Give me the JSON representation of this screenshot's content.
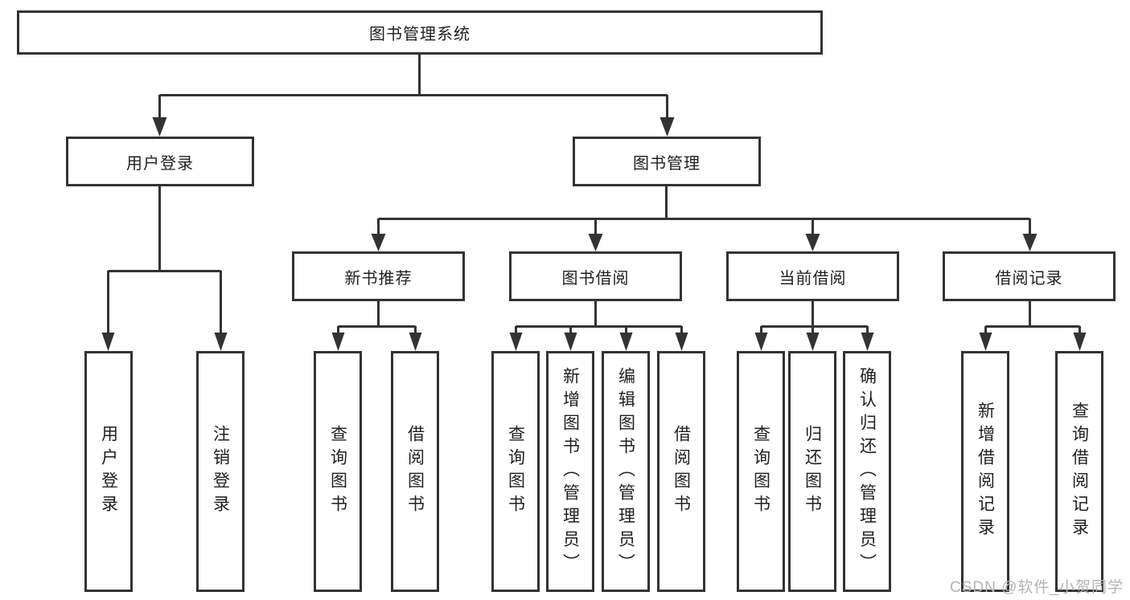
{
  "title": "图书管理系统",
  "tree": {
    "root": {
      "label": "图书管理系统"
    },
    "branches": [
      {
        "label": "用户登录",
        "children": [
          {
            "label": "用户登录"
          },
          {
            "label": "注销登录"
          }
        ]
      },
      {
        "label": "图书管理",
        "children": [
          {
            "label": "新书推荐",
            "children": [
              {
                "label": "查询图书"
              },
              {
                "label": "借阅图书"
              }
            ]
          },
          {
            "label": "图书借阅",
            "children": [
              {
                "label": "查询图书"
              },
              {
                "label": "新增图书（管理员）"
              },
              {
                "label": "编辑图书（管理员）"
              },
              {
                "label": "借阅图书"
              }
            ]
          },
          {
            "label": "当前借阅",
            "children": [
              {
                "label": "查询图书"
              },
              {
                "label": "归还图书"
              },
              {
                "label": "确认归还（管理员）"
              }
            ]
          },
          {
            "label": "借阅记录",
            "children": [
              {
                "label": "新增借阅记录"
              },
              {
                "label": "查询借阅记录"
              }
            ]
          }
        ]
      }
    ]
  },
  "watermark": {
    "text": "CSDN @软件_小贺同学"
  },
  "colors": {
    "line": "#333333",
    "text": "#1f1f1f",
    "watermark": "#b3b3b3",
    "background": "#ffffff"
  }
}
